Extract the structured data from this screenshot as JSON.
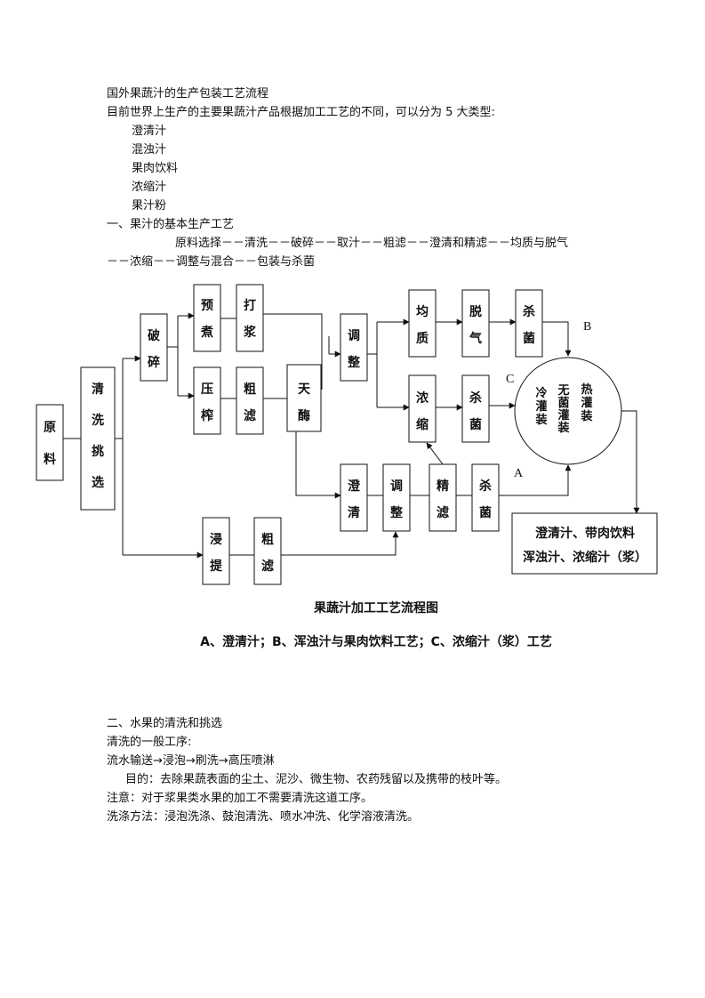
{
  "doc": {
    "title": "国外果蔬汁的生产包装工艺流程",
    "intro": "目前世界上生产的主要果蔬汁产品根据加工工艺的不同，可以分为 5 大类型:",
    "types": [
      "澄清汁",
      "混浊汁",
      "果肉饮料",
      "浓缩汁",
      "果汁粉"
    ],
    "section1_heading": "一、果汁的基本生产工艺",
    "process_line1": "原料选择－－清洗－－破碎－－取汁－－粗滤－－澄清和精滤－－均质与脱气",
    "process_line2": "－－浓缩－－调整与混合－－包装与杀菌"
  },
  "diagram": {
    "boxes": {
      "yuanliao": "原料",
      "qingxi": "清洗挑选",
      "posui": "破碎",
      "yuzhu": "预煮",
      "dajiang": "打浆",
      "yazha": "压榨",
      "culv1": "粗滤",
      "tianmei": "天酶",
      "tiaozheng1": "调整",
      "junzhi": "均质",
      "tuoqi": "脱气",
      "shajun1": "杀菌",
      "nongsuo": "浓缩",
      "shajun2": "杀菌",
      "chengqing": "澄清",
      "tiaozheng2": "调整",
      "jinglv": "精滤",
      "shajun3": "杀菌",
      "jinti": "浸提",
      "culv2": "粗滤"
    },
    "circle": {
      "col1": "冷灌装",
      "col2": "无菌灌装",
      "col3": "热灌装"
    },
    "labels": {
      "a": "A",
      "b": "B",
      "c": "C"
    },
    "products": {
      "line1": "澄清汁、带肉饮料",
      "line2": "浑浊汁、浓缩汁（浆）"
    },
    "caption_title": "果蔬汁加工工艺流程图",
    "caption_legend": "A、澄清汁；B、浑浊汁与果肉饮料工艺；C、浓缩汁（浆）工艺"
  },
  "section2": {
    "heading": "二、水果的清洗和挑选",
    "sub": "清洗的一般工序:",
    "steps": "流水输送→浸泡→刷洗→高压喷淋",
    "purpose": "目的：去除果蔬表面的尘土、泥沙、微生物、农药残留以及携带的枝叶等。",
    "note": "注意：对于浆果类水果的加工不需要清洗这道工序。",
    "methods": "洗涤方法：浸泡洗涤、鼓泡清洗、喷水冲洗、化学溶液清洗。"
  }
}
